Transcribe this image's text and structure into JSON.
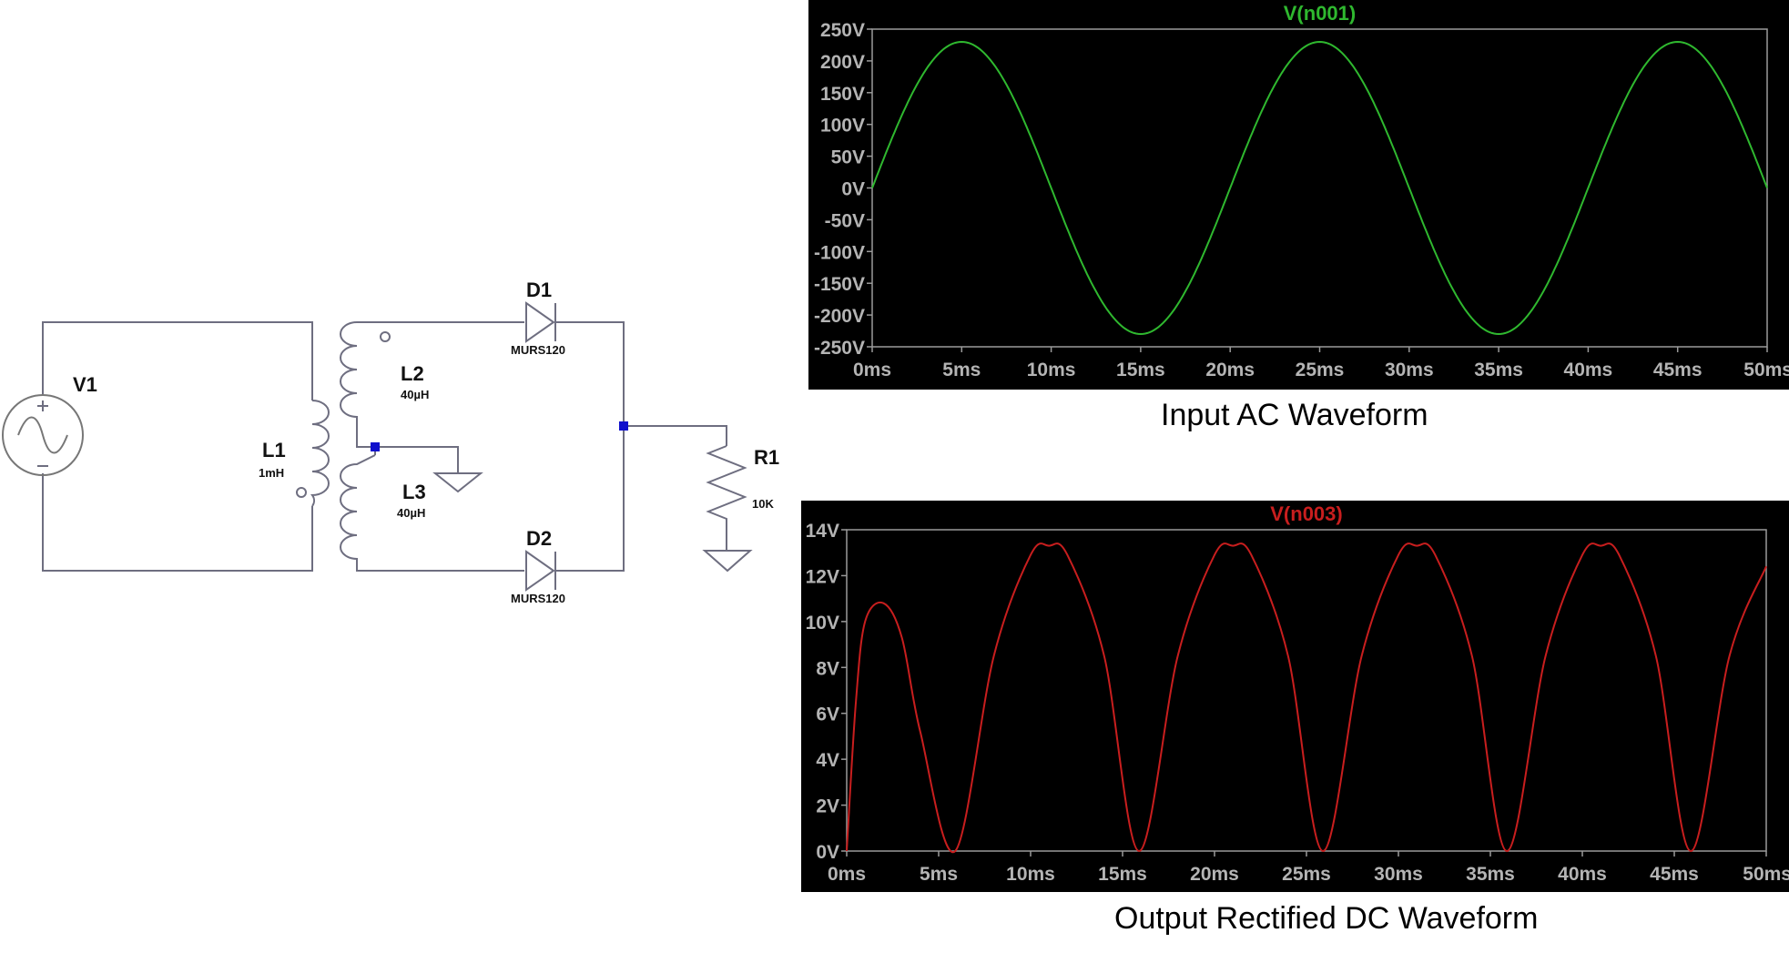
{
  "schematic": {
    "source": {
      "ref": "V1"
    },
    "primary_inductor": {
      "ref": "L1",
      "value": "1mH"
    },
    "secondary_upper": {
      "ref": "L2",
      "value": "40µH"
    },
    "secondary_lower": {
      "ref": "L3",
      "value": "40µH"
    },
    "diode_upper": {
      "ref": "D1",
      "model": "MURS120"
    },
    "diode_lower": {
      "ref": "D2",
      "model": "MURS120"
    },
    "load": {
      "ref": "R1",
      "value": "10K"
    }
  },
  "chart_data": [
    {
      "type": "line",
      "title": "V(n001)",
      "xlabel": "",
      "ylabel": "",
      "xlim": [
        0,
        50
      ],
      "ylim": [
        -250,
        250
      ],
      "x_ticks": [
        "0ms",
        "5ms",
        "10ms",
        "15ms",
        "20ms",
        "25ms",
        "30ms",
        "35ms",
        "40ms",
        "45ms",
        "50ms"
      ],
      "y_ticks": [
        "250V",
        "200V",
        "150V",
        "100V",
        "50V",
        "0V",
        "-50V",
        "-100V",
        "-150V",
        "-200V",
        "-250V"
      ],
      "grid": false,
      "background": "#000000",
      "series": [
        {
          "name": "V(n001)",
          "color": "#2fb82f",
          "x": [
            0,
            2.5,
            5,
            7.5,
            10,
            12.5,
            15,
            17.5,
            20,
            22.5,
            25,
            27.5,
            30,
            32.5,
            35,
            37.5,
            40,
            42.5,
            45,
            47.5,
            50
          ],
          "y": [
            0,
            163,
            230,
            163,
            0,
            -163,
            -230,
            -163,
            0,
            163,
            230,
            163,
            0,
            -163,
            -230,
            -163,
            0,
            163,
            230,
            163,
            0
          ]
        }
      ]
    },
    {
      "type": "line",
      "title": "V(n003)",
      "xlabel": "",
      "ylabel": "",
      "xlim": [
        0,
        50
      ],
      "ylim": [
        0,
        14
      ],
      "x_ticks": [
        "0ms",
        "5ms",
        "10ms",
        "15ms",
        "20ms",
        "25ms",
        "30ms",
        "35ms",
        "40ms",
        "45ms",
        "50ms"
      ],
      "y_ticks": [
        "14V",
        "12V",
        "10V",
        "8V",
        "6V",
        "4V",
        "2V",
        "0V"
      ],
      "grid": false,
      "background": "#000000",
      "series": [
        {
          "name": "V(n003)",
          "color": "#c81e1e",
          "x": [
            0,
            0.5,
            1,
            2,
            3,
            4,
            5.9,
            8,
            10,
            11,
            12,
            14,
            15.9,
            18,
            20,
            21,
            22,
            24,
            25.9,
            28,
            30,
            31,
            32,
            34,
            35.9,
            38,
            40,
            41,
            42,
            44,
            45.9,
            48,
            50
          ],
          "y": [
            0,
            6.5,
            10,
            10.8,
            9.3,
            5.2,
            0,
            8.5,
            12.9,
            13.3,
            12.9,
            8.5,
            0,
            8.5,
            12.9,
            13.3,
            12.9,
            8.5,
            0,
            8.5,
            12.9,
            13.3,
            12.9,
            8.5,
            0,
            8.5,
            12.9,
            13.3,
            12.9,
            8.5,
            0,
            8.5,
            12.4
          ]
        }
      ]
    }
  ],
  "captions": {
    "top": "Input AC Waveform",
    "bottom": "Output Rectified DC Waveform"
  }
}
